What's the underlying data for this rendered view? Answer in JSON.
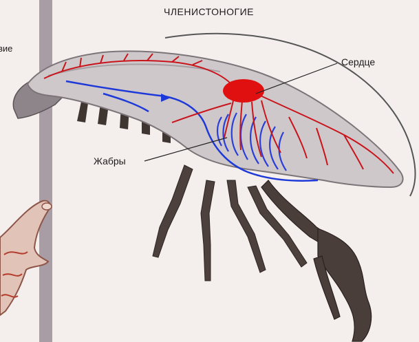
{
  "title": "ЧЛЕНИСТОНОГИЕ",
  "left_panel": {
    "cut_label": "вие"
  },
  "labels": {
    "heart": "Сердце",
    "gills": "Жабры"
  },
  "colors": {
    "background": "#f4efec",
    "divider": "#a89da4",
    "body": "#cfc8cb",
    "arteries": "#c8141a",
    "heart": "#e01010",
    "veins": "#1d39d8",
    "legs": "#4d413d"
  }
}
